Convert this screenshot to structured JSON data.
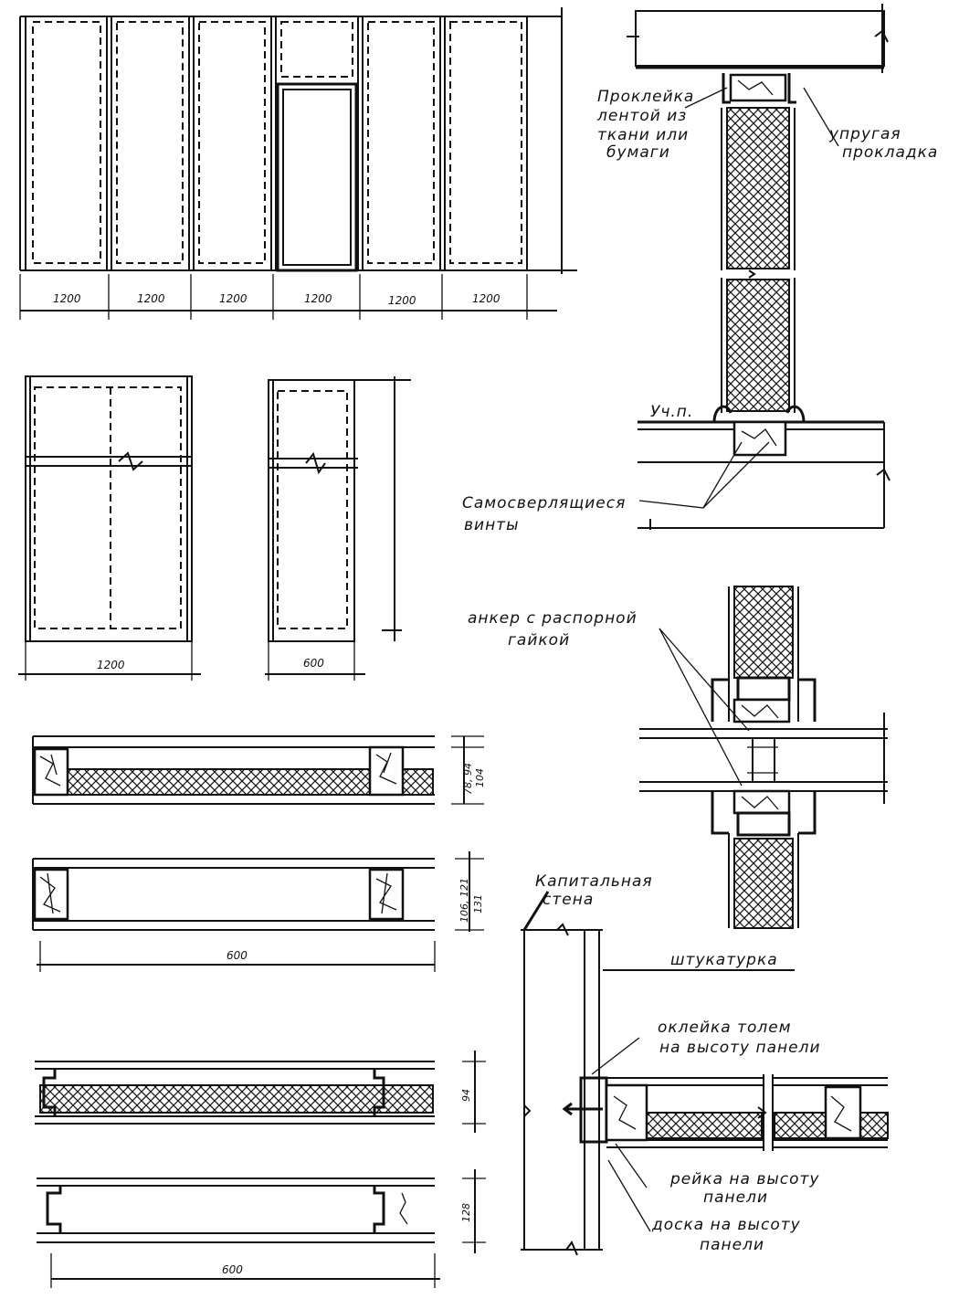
{
  "elevation": {
    "dims": [
      "1200",
      "1200",
      "1200",
      "1200",
      "1200",
      "1200"
    ]
  },
  "panels": {
    "wide_dim": "1200",
    "narrow_dim": "600"
  },
  "sections": {
    "a_dims": "78, 94",
    "a_dims2": "104",
    "b_dims": "106, 121",
    "b_dims2": "131",
    "b_width": "600",
    "c_dim": "94",
    "d_dim": "128",
    "d_width": "600"
  },
  "labels": {
    "tape": [
      "Проклейка",
      "лентой из",
      "ткани или",
      "бумаги"
    ],
    "gasket": [
      "упругая",
      "прокладка"
    ],
    "floor_mark": "Уч.п.",
    "screws": [
      "Самосверлящиеся",
      "винты"
    ],
    "anchor": [
      "анкер с распорной",
      "гайкой"
    ],
    "main_wall": [
      "Капитальная",
      "стена"
    ],
    "plaster": "штукатурка",
    "ruberoid": [
      "оклейка толем",
      "на высоту панели"
    ],
    "batten": [
      "рейка на высоту",
      "панели"
    ],
    "board": [
      "доска на высоту",
      "панели"
    ]
  }
}
